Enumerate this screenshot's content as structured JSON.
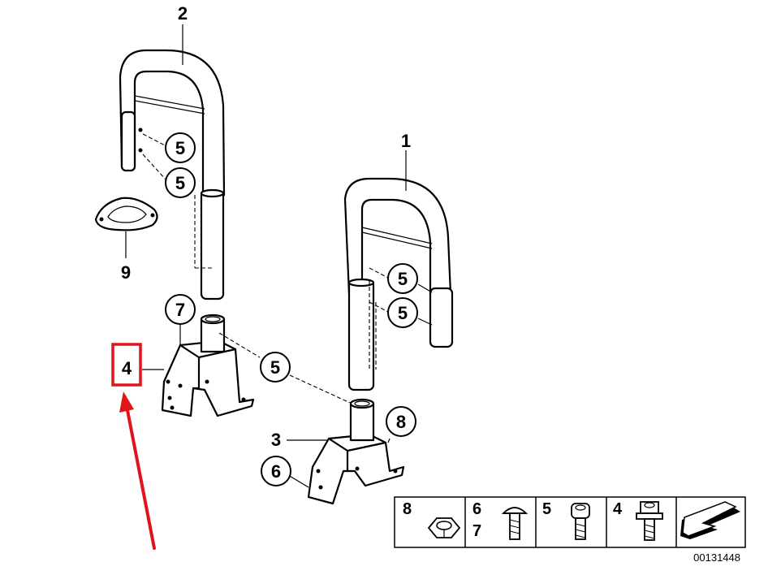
{
  "labels": {
    "part_2": "2",
    "part_1": "1",
    "part_9": "9",
    "part_4": "4",
    "part_3": "3",
    "callout_5_a": "5",
    "callout_5_b": "5",
    "callout_5_c": "5",
    "callout_5_d": "5",
    "callout_5_e": "5",
    "callout_7": "7",
    "callout_8": "8",
    "callout_6": "6"
  },
  "legend": {
    "cell_1_num": "8",
    "cell_2_num_a": "6",
    "cell_2_num_b": "7",
    "cell_3_num": "5",
    "cell_4_num": "4"
  },
  "diagram_id": "00131448",
  "colors": {
    "highlight": "#e0151b",
    "line": "#000000"
  },
  "icons": [
    "hex-nut-icon",
    "button-head-screw-icon",
    "hex-socket-bolt-icon",
    "flange-bolt-icon",
    "arrow-icon"
  ]
}
